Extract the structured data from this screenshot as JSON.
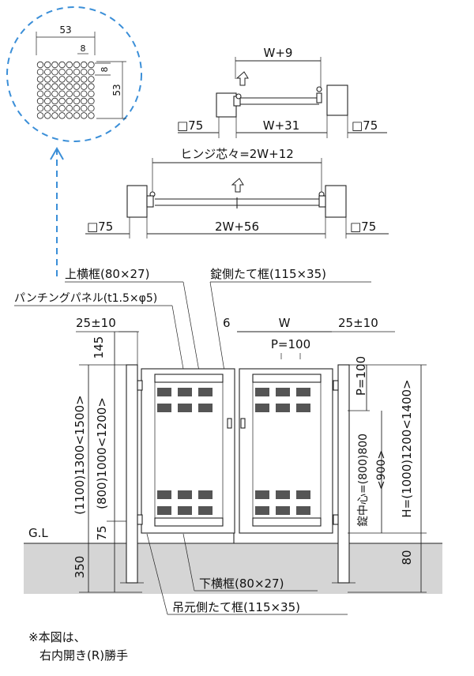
{
  "detail": {
    "hole_width": "53",
    "hole_pitch": "8",
    "hole_spacing": "8",
    "hole_height": "53"
  },
  "plan_single": {
    "top_width": "W+9",
    "bottom_width": "W+31",
    "post_left": "□75",
    "post_right": "□75"
  },
  "plan_double": {
    "hinge_pitch": "ヒンジ芯々=2W+12",
    "bottom_width": "2W+56",
    "post_left": "□75",
    "post_right": "□75"
  },
  "elevation": {
    "upper_frame": "上横框(80×27)",
    "lock_stile": "錠側たて框(115×35)",
    "punching_panel": "パンチングパネル(t1.5×φ5)",
    "left_gap": "25±10",
    "right_gap": "25±10",
    "center_gap": "6",
    "leaf_width": "W",
    "pitch": "P=100",
    "post_top": "145",
    "post_height": "(1100)1300<1500>",
    "gate_height_left": "(800)1000<1200>",
    "bottom_gap_left": "75",
    "embed_depth": "350",
    "ground_label": "G.L",
    "right_pitch": "P=100",
    "lock_center": "錠中心=(800)800",
    "lock_center_alt": "<900>",
    "overall_height": "H=(1000)1200<1400>",
    "embed_right": "80",
    "lower_frame": "下横框(80×27)",
    "hinge_stile": "吊元側たて框(115×35)"
  },
  "notes": {
    "line1": "※本図は、",
    "line2": "右内開き(R)勝手"
  },
  "colors": {
    "dash_circle": "#3b8fd8",
    "ground": "#d5d5d5",
    "line": "#222222"
  }
}
